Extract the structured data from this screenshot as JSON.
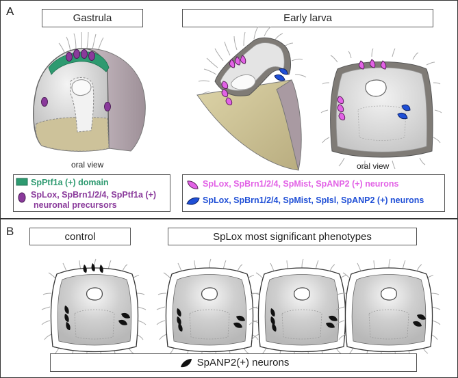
{
  "panel_a": {
    "label": "A",
    "gastrula": {
      "title": "Gastrula",
      "caption": "oral view",
      "legend": [
        {
          "text": "SpPtf1a (+) domain",
          "color": "#2e9a70",
          "marker": "rect"
        },
        {
          "text": "SpLox, SpBrn1/2/4, SpPtf1a (+)",
          "text2": "neuronal precursors",
          "color": "#8a3a9b",
          "marker": "ellipse"
        }
      ]
    },
    "larva": {
      "title": "Early larva",
      "caption": "oral view",
      "legend": [
        {
          "text": "SpLox, SpBrn1/2/4, SpMist, SpANP2 (+) neurons",
          "color": "#e262e6",
          "marker": "drop-pink"
        },
        {
          "text": "SpLox, SpBrn1/2/4, SpMist, SpIsl, SpANP2 (+) neurons",
          "color": "#1f4fd6",
          "marker": "drop-blue"
        }
      ]
    }
  },
  "panel_b": {
    "label": "B",
    "control_title": "control",
    "phenotypes_title": "SpLox most significant phenotypes",
    "legend_text": "SpANP2(+) neurons"
  },
  "colors": {
    "green_domain": "#2e9a70",
    "purple_precursor": "#8a3a9b",
    "pink_neuron": "#e262e6",
    "blue_neuron": "#1f4fd6",
    "black_neuron": "#111111"
  }
}
